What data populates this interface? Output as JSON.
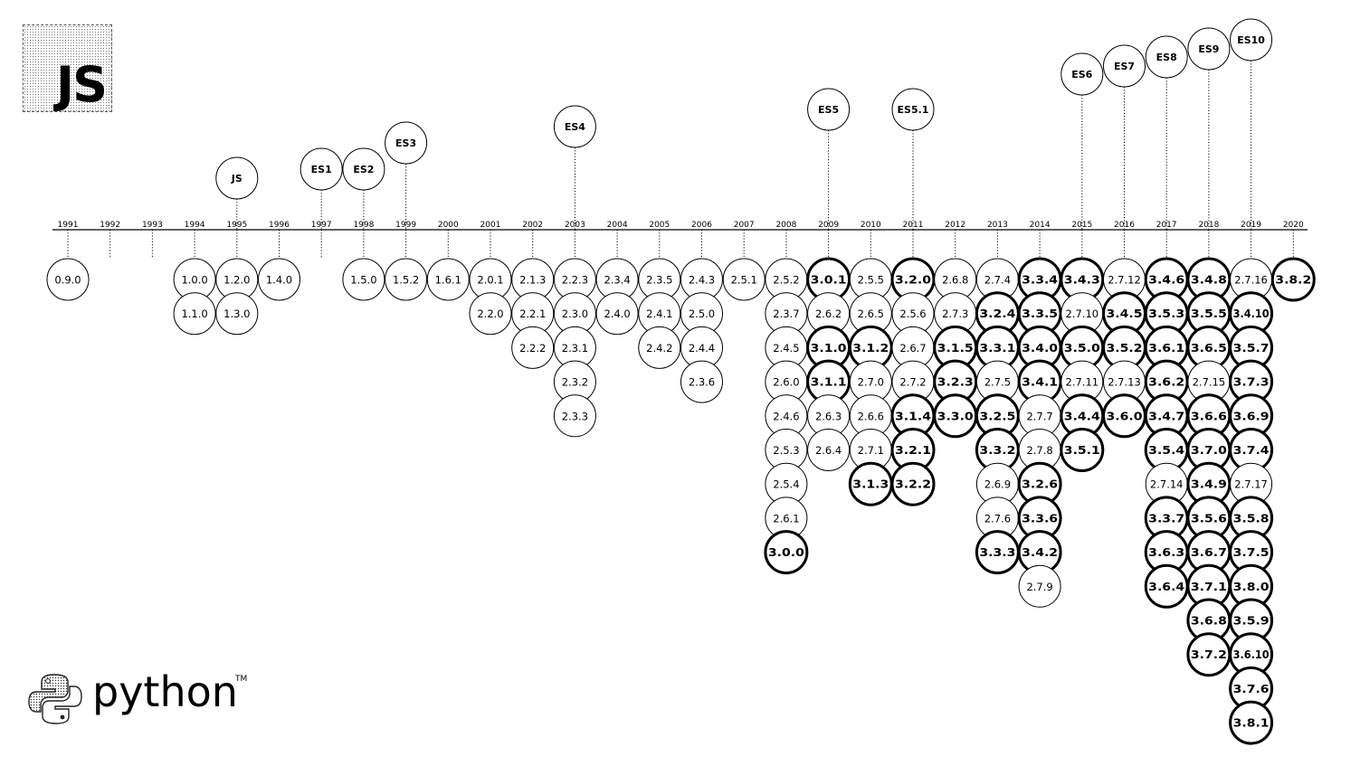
{
  "years": [
    "1991",
    "1992",
    "1993",
    "1994",
    "1995",
    "1996",
    "1997",
    "1998",
    "1999",
    "2000",
    "2001",
    "2002",
    "2003",
    "2004",
    "2005",
    "2006",
    "2007",
    "2008",
    "2009",
    "2010",
    "2011",
    "2012",
    "2013",
    "2014",
    "2015",
    "2016",
    "2017",
    "2018",
    "2019",
    "2020"
  ],
  "logos": {
    "js_text": "JS",
    "python_text": "python",
    "python_tm": "TM"
  },
  "es_versions": [
    {
      "label": "JS",
      "year": "1995"
    },
    {
      "label": "ES1",
      "year": "1997"
    },
    {
      "label": "ES2",
      "year": "1998"
    },
    {
      "label": "ES3",
      "year": "1999"
    },
    {
      "label": "ES4",
      "year": "2003"
    },
    {
      "label": "ES5",
      "year": "2009"
    },
    {
      "label": "ES5.1",
      "year": "2011"
    },
    {
      "label": "ES6",
      "year": "2015"
    },
    {
      "label": "ES7",
      "year": "2016"
    },
    {
      "label": "ES8",
      "year": "2017"
    },
    {
      "label": "ES9",
      "year": "2018"
    },
    {
      "label": "ES10",
      "year": "2019"
    }
  ],
  "python_releases": [
    {
      "year": "1991",
      "versions": [
        "0.9.0"
      ]
    },
    {
      "year": "1994",
      "versions": [
        "1.0.0",
        "1.1.0"
      ]
    },
    {
      "year": "1995",
      "versions": [
        "1.2.0",
        "1.3.0"
      ]
    },
    {
      "year": "1996",
      "versions": [
        "1.4.0"
      ]
    },
    {
      "year": "1998",
      "versions": [
        "1.5.0"
      ]
    },
    {
      "year": "1999",
      "versions": [
        "1.5.2"
      ]
    },
    {
      "year": "2000",
      "versions": [
        "1.6.1"
      ]
    },
    {
      "year": "2001",
      "versions": [
        "2.0.1",
        "2.2.0"
      ]
    },
    {
      "year": "2002",
      "versions": [
        "2.1.3",
        "2.2.1",
        "2.2.2"
      ]
    },
    {
      "year": "2003",
      "versions": [
        "2.2.3",
        "2.3.0",
        "2.3.1",
        "2.3.2",
        "2.3.3"
      ]
    },
    {
      "year": "2004",
      "versions": [
        "2.3.4",
        "2.4.0"
      ]
    },
    {
      "year": "2005",
      "versions": [
        "2.3.5",
        "2.4.1",
        "2.4.2"
      ]
    },
    {
      "year": "2006",
      "versions": [
        "2.4.3",
        "2.5.0",
        "2.4.4",
        "2.3.6"
      ]
    },
    {
      "year": "2007",
      "versions": [
        "2.5.1"
      ]
    },
    {
      "year": "2008",
      "versions": [
        "2.5.2",
        "2.3.7",
        "2.4.5",
        "2.6.0",
        "2.4.6",
        "2.5.3",
        "2.5.4",
        "2.6.1",
        "3.0.0"
      ]
    },
    {
      "year": "2009",
      "versions": [
        "3.0.1",
        "2.6.2",
        "3.1.0",
        "3.1.1",
        "2.6.3",
        "2.6.4"
      ]
    },
    {
      "year": "2010",
      "versions": [
        "2.5.5",
        "2.6.5",
        "3.1.2",
        "2.7.0",
        "2.6.6",
        "2.7.1",
        "3.1.3"
      ]
    },
    {
      "year": "2011",
      "versions": [
        "3.2.0",
        "2.5.6",
        "2.6.7",
        "2.7.2",
        "3.1.4",
        "3.2.1",
        "3.2.2"
      ]
    },
    {
      "year": "2012",
      "versions": [
        "2.6.8",
        "2.7.3",
        "3.1.5",
        "3.2.3",
        "3.3.0"
      ]
    },
    {
      "year": "2013",
      "versions": [
        "2.7.4",
        "3.2.4",
        "3.3.1",
        "2.7.5",
        "3.2.5",
        "3.3.2",
        "2.6.9",
        "2.7.6",
        "3.3.3"
      ]
    },
    {
      "year": "2014",
      "versions": [
        "3.3.4",
        "3.3.5",
        "3.4.0",
        "3.4.1",
        "2.7.7",
        "2.7.8",
        "3.2.6",
        "3.3.6",
        "3.4.2",
        "2.7.9"
      ]
    },
    {
      "year": "2015",
      "versions": [
        "3.4.3",
        "2.7.10",
        "3.5.0",
        "2.7.11",
        "3.4.4",
        "3.5.1"
      ]
    },
    {
      "year": "2016",
      "versions": [
        "2.7.12",
        "3.4.5",
        "3.5.2",
        "2.7.13",
        "3.6.0"
      ]
    },
    {
      "year": "2017",
      "versions": [
        "3.4.6",
        "3.5.3",
        "3.6.1",
        "3.6.2",
        "3.4.7",
        "3.5.4",
        "2.7.14",
        "3.3.7",
        "3.6.3",
        "3.6.4"
      ]
    },
    {
      "year": "2018",
      "versions": [
        "3.4.8",
        "3.5.5",
        "3.6.5",
        "2.7.15",
        "3.6.6",
        "3.7.0",
        "3.4.9",
        "3.5.6",
        "3.6.7",
        "3.7.1",
        "3.6.8",
        "3.7.2"
      ]
    },
    {
      "year": "2019",
      "versions": [
        "2.7.16",
        "3.4.10",
        "3.5.7",
        "3.7.3",
        "3.6.9",
        "3.7.4",
        "2.7.17",
        "3.5.8",
        "3.7.5",
        "3.8.0",
        "3.5.9",
        "3.6.10",
        "3.7.6",
        "3.8.1"
      ]
    },
    {
      "year": "2020",
      "versions": [
        "3.8.2"
      ]
    }
  ]
}
